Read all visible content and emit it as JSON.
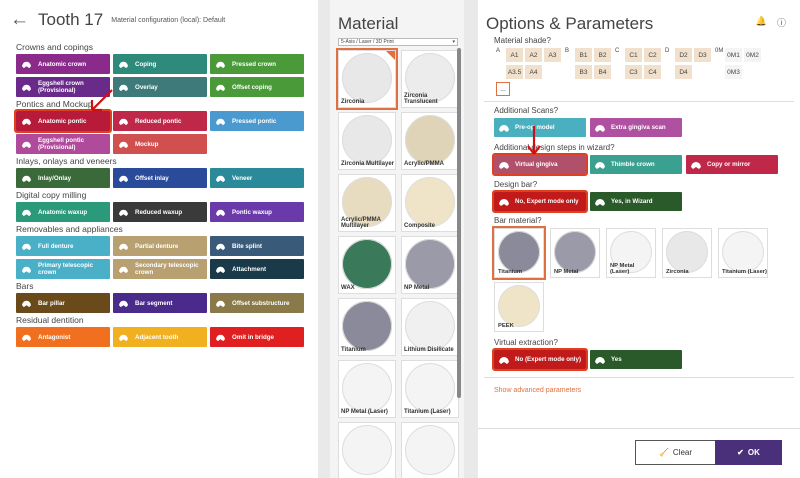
{
  "left": {
    "title": "Tooth 17",
    "config": "Material configuration (local): Default",
    "sections": [
      {
        "heading": "Crowns and copings",
        "items": [
          {
            "label": "Anatomic crown",
            "color": "#8a2a8a",
            "icon": "crown-icon"
          },
          {
            "label": "Coping",
            "color": "#2e8a7a",
            "icon": "coping-icon"
          },
          {
            "label": "Pressed crown",
            "color": "#4a9a3a",
            "icon": "pressed-crown-icon"
          },
          {
            "label": "Eggshell crown (Provisional)",
            "color": "#6a2a8a",
            "icon": "eggshell-icon"
          },
          {
            "label": "Overlay",
            "color": "#3e7a7a",
            "icon": "overlay-icon"
          },
          {
            "label": "Offset coping",
            "color": "#4a9a3a",
            "icon": "offset-coping-icon"
          }
        ]
      },
      {
        "heading": "Pontics and Mockup",
        "items": [
          {
            "label": "Anatomic pontic",
            "color": "#b81a3a",
            "icon": "pontic-icon",
            "selected": true
          },
          {
            "label": "Reduced pontic",
            "color": "#c0284a",
            "icon": "reduced-pontic-icon"
          },
          {
            "label": "Pressed pontic",
            "color": "#4a9ad0",
            "icon": "pressed-pontic-icon"
          },
          {
            "label": "Eggshell pontic (Provisional)",
            "color": "#b04a9a",
            "icon": "eggshell-pontic-icon"
          },
          {
            "label": "Mockup",
            "color": "#d05050",
            "icon": "mockup-icon"
          }
        ]
      },
      {
        "heading": "Inlays, onlays and veneers",
        "items": [
          {
            "label": "Inlay/Onlay",
            "color": "#3a6a3a",
            "icon": "inlay-icon"
          },
          {
            "label": "Offset inlay",
            "color": "#2a4a9a",
            "icon": "offset-inlay-icon"
          },
          {
            "label": "Veneer",
            "color": "#2a8a9a",
            "icon": "veneer-icon"
          }
        ]
      },
      {
        "heading": "Digital copy milling",
        "items": [
          {
            "label": "Anatomic waxup",
            "color": "#2a9a7a",
            "icon": "waxup-icon"
          },
          {
            "label": "Reduced waxup",
            "color": "#3a3a3a",
            "icon": "reduced-waxup-icon"
          },
          {
            "label": "Pontic waxup",
            "color": "#6a3aaa",
            "icon": "pontic-waxup-icon"
          }
        ]
      },
      {
        "heading": "Removables and appliances",
        "items": [
          {
            "label": "Full denture",
            "color": "#4ab0c8",
            "icon": "full-denture-icon"
          },
          {
            "label": "Partial denture",
            "color": "#b8a070",
            "icon": "partial-denture-icon"
          },
          {
            "label": "Bite splint",
            "color": "#3a5a7a",
            "icon": "bite-splint-icon"
          },
          {
            "label": "Primary telescopic crown",
            "color": "#4ab0c8",
            "icon": "primary-telescopic-icon"
          },
          {
            "label": "Secondary telescopic crown",
            "color": "#b8a070",
            "icon": "secondary-telescopic-icon"
          },
          {
            "label": "Attachment",
            "color": "#1a3a4a",
            "icon": "attachment-icon"
          }
        ]
      },
      {
        "heading": "Bars",
        "items": [
          {
            "label": "Bar pillar",
            "color": "#6a4a1a",
            "icon": "bar-pillar-icon"
          },
          {
            "label": "Bar segment",
            "color": "#4a2a8a",
            "icon": "bar-segment-icon"
          },
          {
            "label": "Offset substructure",
            "color": "#8a7a4a",
            "icon": "offset-substructure-icon"
          }
        ]
      },
      {
        "heading": "Residual dentition",
        "items": [
          {
            "label": "Antagonist",
            "color": "#f07020",
            "icon": "antagonist-icon"
          },
          {
            "label": "Adjacent tooth",
            "color": "#f0b020",
            "icon": "adjacent-tooth-icon"
          },
          {
            "label": "Omit in bridge",
            "color": "#e02020",
            "icon": "omit-icon"
          }
        ]
      }
    ]
  },
  "material": {
    "title": "Material",
    "filter": "5-Axis / Laser / 3D Print",
    "items": [
      {
        "label": "Zirconia",
        "color": "#e8e8e8",
        "selected": true
      },
      {
        "label": "Zirconia Translucent",
        "color": "#ececec"
      },
      {
        "label": "Zirconia Multilayer",
        "color": "#e8e8e8"
      },
      {
        "label": "Acrylic/PMMA",
        "color": "#e0d4b8"
      },
      {
        "label": "Acrylic/PMMA Multilayer",
        "color": "#e8dcc0"
      },
      {
        "label": "Composite",
        "color": "#f0e4c8"
      },
      {
        "label": "WAX",
        "color": "#3a7a5a"
      },
      {
        "label": "NP Metal",
        "color": "#9a9aa8"
      },
      {
        "label": "Titanium",
        "color": "#8a8a9a"
      },
      {
        "label": "Lithium Disilicate",
        "color": "#f0f0f0"
      },
      {
        "label": "NP Metal (Laser)",
        "color": "#f4f4f4"
      },
      {
        "label": "Titanium (Laser)",
        "color": "#f4f4f4"
      },
      {
        "label": "",
        "color": "#f4f4f4"
      },
      {
        "label": "",
        "color": "#f4f4f4"
      }
    ]
  },
  "options": {
    "title": "Options & Parameters",
    "shade_q": "Material shade?",
    "shades": [
      {
        "letter": "A",
        "cells": [
          "A1",
          "A2",
          "A3",
          "A3.5",
          "A4"
        ],
        "cols": 3
      },
      {
        "letter": "B",
        "cells": [
          "B1",
          "B2",
          "B3",
          "B4"
        ],
        "cols": 2
      },
      {
        "letter": "C",
        "cells": [
          "C1",
          "C2",
          "C3",
          "C4"
        ],
        "cols": 2
      },
      {
        "letter": "D",
        "cells": [
          "D2",
          "D3",
          "D4"
        ],
        "cols": 2
      },
      {
        "letter": "0M",
        "cells": [
          "0M1",
          "0M2",
          "0M3"
        ],
        "cols": 2
      }
    ],
    "more": "...",
    "scans_q": "Additional Scans?",
    "scans": [
      {
        "label": "Pre-op model",
        "color": "#4ab0c0"
      },
      {
        "label": "Extra gingiva scan",
        "color": "#b050a0"
      }
    ],
    "steps_q": "Additional design steps in wizard?",
    "steps": [
      {
        "label": "Virtual gingiva",
        "color": "#b0506a",
        "selected": true
      },
      {
        "label": "Thimble crown",
        "color": "#3aa090"
      },
      {
        "label": "Copy or mirror",
        "color": "#c0284a"
      }
    ],
    "design_bar_q": "Design bar?",
    "design_bar": [
      {
        "label": "No, Expert mode only",
        "color": "#c01a1a",
        "selected": true
      },
      {
        "label": "Yes, in Wizard",
        "color": "#2a5a2a"
      }
    ],
    "bar_material_q": "Bar material?",
    "bar_materials": [
      {
        "label": "Titanium",
        "color": "#8a8a9a",
        "selected": true
      },
      {
        "label": "NP Metal",
        "color": "#9a9aa8"
      },
      {
        "label": "NP Metal (Laser)",
        "color": "#f4f4f4"
      },
      {
        "label": "Zirconia",
        "color": "#e8e8e8"
      },
      {
        "label": "Titanium (Laser)",
        "color": "#f4f4f4"
      },
      {
        "label": "PEEK",
        "color": "#f0e4c8"
      }
    ],
    "extraction_q": "Virtual extraction?",
    "extraction": [
      {
        "label": "No (Expert mode only)",
        "color": "#c01a1a",
        "selected": true
      },
      {
        "label": "Yes",
        "color": "#2a5a2a"
      }
    ],
    "advanced": "Show advanced parameters",
    "clear": "Clear",
    "ok": "OK"
  }
}
